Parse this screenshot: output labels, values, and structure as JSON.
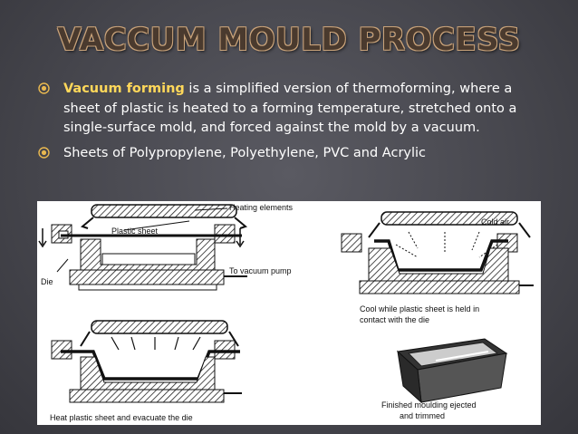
{
  "slide": {
    "title": "VACCUM MOULD PROCESS",
    "bullets": [
      {
        "term": "Vacuum forming",
        "text": " is a simplified version of thermoforming, where a sheet of plastic is heated to a forming temperature, stretched onto a single-surface mold, and forced against the mold by a vacuum.",
        "bullet_icon": "target-bullet-icon"
      },
      {
        "term": "",
        "text": "Sheets of Polypropylene, Polyethylene, PVC and Acrylic",
        "bullet_icon": "target-bullet-icon"
      }
    ],
    "diagram": {
      "labels": {
        "heating": "Heating elements",
        "plastic": "Plastic sheet",
        "die": "Die",
        "vacuum": "To vacuum pump",
        "cold_air": "Cold air",
        "cool_1": "Cool while plastic sheet is held in",
        "cool_2": "contact with the die",
        "heat": "Heat plastic sheet and evacuate the die",
        "finished_1": "Finished moulding ejected",
        "finished_2": "and trimmed"
      }
    }
  },
  "colors": {
    "background": "#4b4b52",
    "title_fill": "#4a3a2e",
    "title_outline": "#c9a37a",
    "bullet_text": "#ffffff",
    "term_text": "#ffd85a",
    "bullet_icon": "#e8b850"
  }
}
